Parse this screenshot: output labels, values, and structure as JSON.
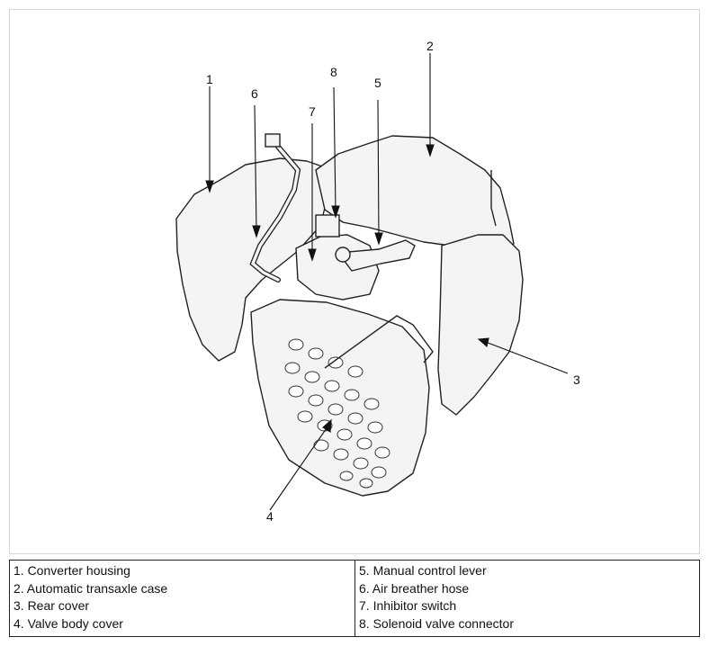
{
  "callouts": [
    {
      "num": "1",
      "name": "Converter housing"
    },
    {
      "num": "2",
      "name": "Automatic transaxle case"
    },
    {
      "num": "3",
      "name": "Rear cover"
    },
    {
      "num": "4",
      "name": "Valve body cover"
    },
    {
      "num": "5",
      "name": "Manual control lever"
    },
    {
      "num": "6",
      "name": "Air breather hose"
    },
    {
      "num": "7",
      "name": "Inhibitor switch"
    },
    {
      "num": "8",
      "name": "Solenoid valve connector"
    }
  ],
  "legend": {
    "left": [
      "1. Converter housing",
      "2. Automatic transaxle case",
      "3. Rear cover",
      "4. Valve body cover"
    ],
    "right": [
      "5. Manual control lever",
      "6. Air breather hose",
      "7. Inhibitor switch",
      "8. Solenoid valve connector"
    ]
  }
}
